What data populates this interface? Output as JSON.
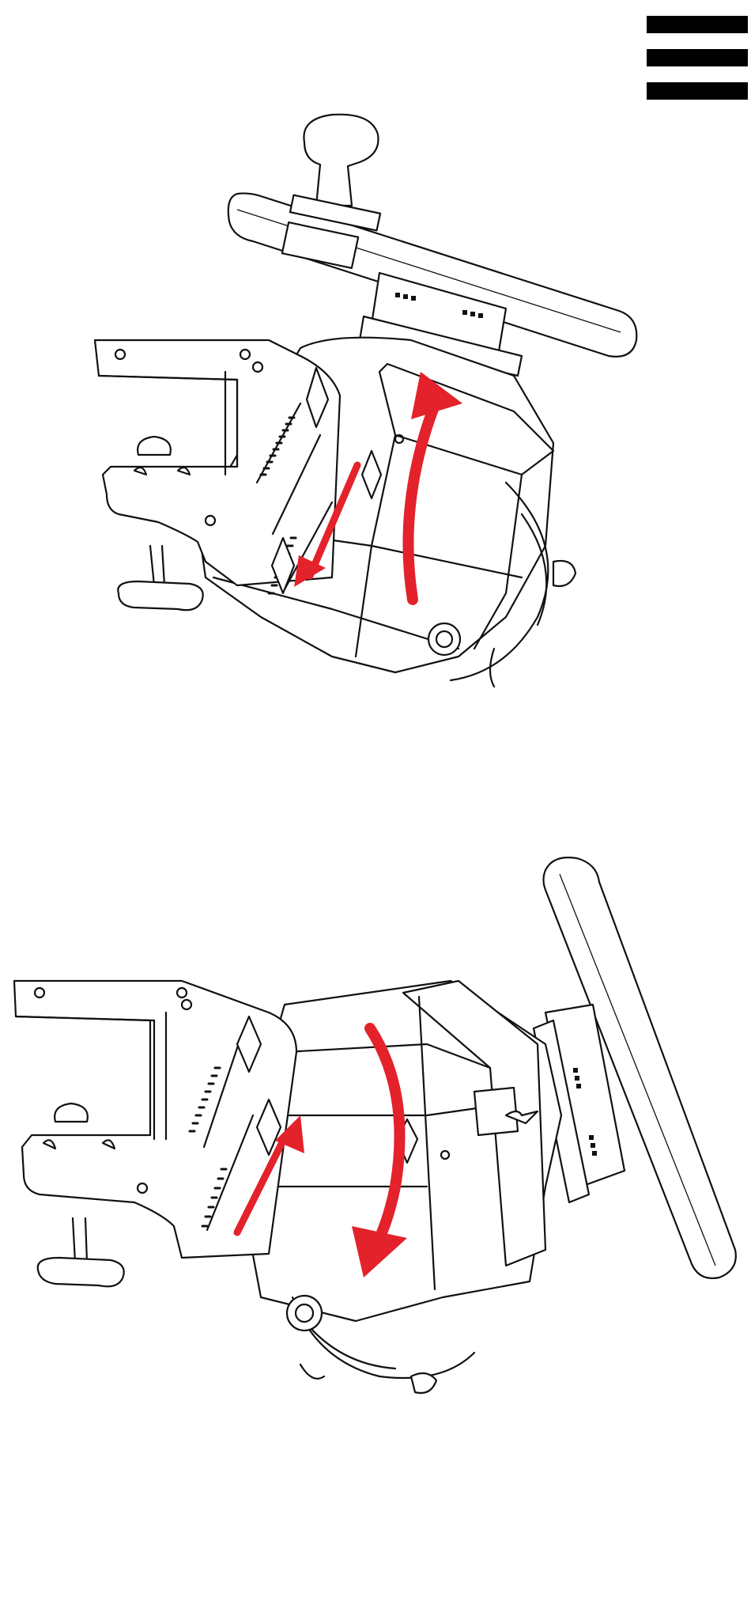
{
  "header": {
    "menu_icon": "hamburger-menu-icon"
  },
  "figures": [
    {
      "icon": "wheel-base-tilt-up-illustration",
      "arrows": [
        "adjust-down-arrow",
        "rotate-up-arrow"
      ],
      "arrow_color": "#e3222b"
    },
    {
      "icon": "wheel-base-tilt-down-illustration",
      "arrows": [
        "adjust-up-arrow",
        "rotate-down-arrow"
      ],
      "arrow_color": "#e3222b"
    }
  ],
  "colors": {
    "background": "#ffffff",
    "line_art": "#111111",
    "arrow_accent": "#e3222b"
  }
}
